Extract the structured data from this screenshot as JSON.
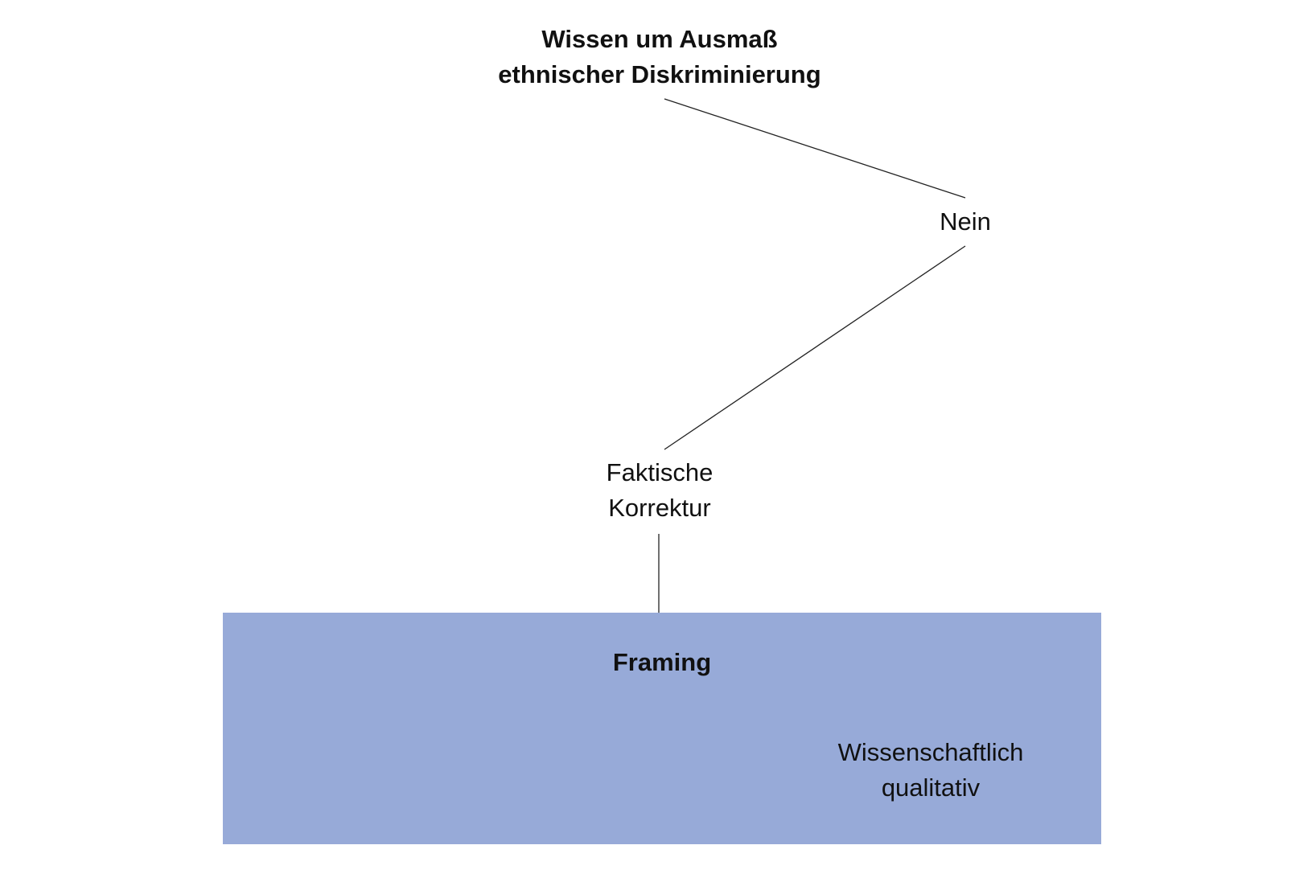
{
  "colors": {
    "box_fill": "#97aad8",
    "line": "#222222",
    "text": "#111111"
  },
  "nodes": {
    "root": {
      "line1": "Wissen um Ausmaß",
      "line2": "ethnischer Diskriminierung"
    },
    "nein": {
      "label": "Nein"
    },
    "korrektur": {
      "line1": "Faktische",
      "line2": "Korrektur"
    },
    "framing": {
      "title": "Framing",
      "sub_line1": "Wissenschaftlich",
      "sub_line2": "qualitativ"
    }
  }
}
